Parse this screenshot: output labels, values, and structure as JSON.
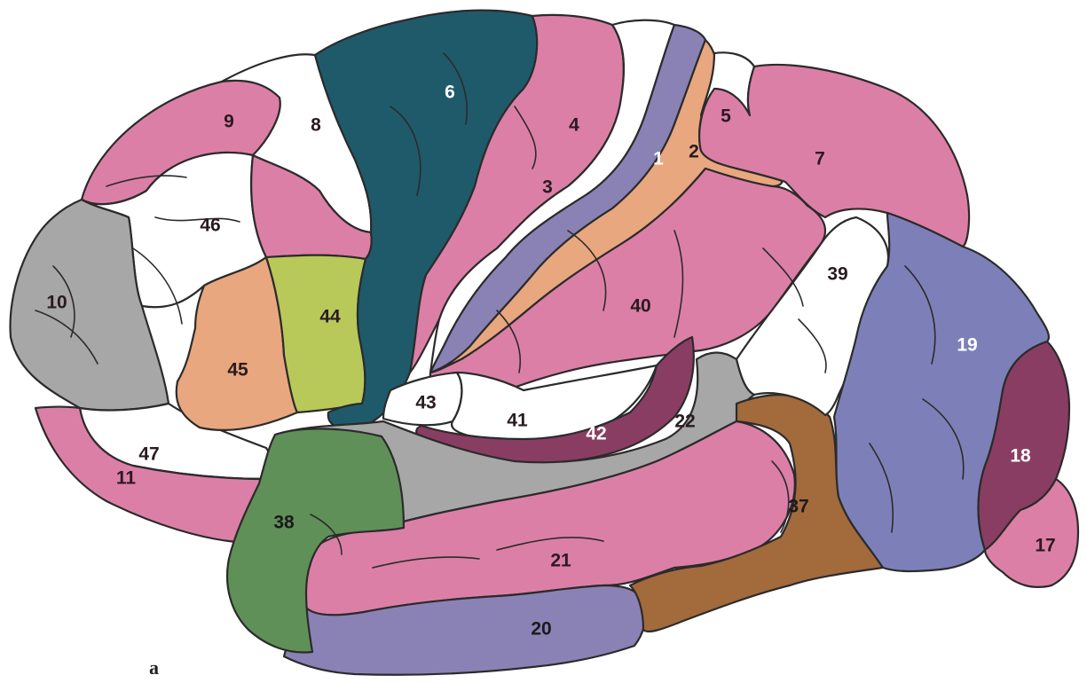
{
  "figure": {
    "panel_label": "a",
    "colors": {
      "pink": "#dc7fa6",
      "dark_teal": "#1f5a6b",
      "lavender": "#8a82b5",
      "periwinkle": "#7d80b8",
      "tan_orange": "#e8a77e",
      "gray": "#a7a7a7",
      "lime_green": "#b8c95a",
      "forest_green": "#5f9058",
      "brown": "#a36a3c",
      "plum": "#8a3d62",
      "white": "#ffffff",
      "outline": "#2b2b2b"
    },
    "areas": [
      {
        "id": "a1",
        "label": "1",
        "color": "#8a82b5"
      },
      {
        "id": "a2",
        "label": "2",
        "color": "#e8a77e"
      },
      {
        "id": "a3",
        "label": "3",
        "color": "#ffffff"
      },
      {
        "id": "a4",
        "label": "4",
        "color": "#dc7fa6"
      },
      {
        "id": "a5",
        "label": "5",
        "color": "#ffffff"
      },
      {
        "id": "a6",
        "label": "6",
        "color": "#1f5a6b"
      },
      {
        "id": "a7",
        "label": "7",
        "color": "#dc7fa6"
      },
      {
        "id": "a8",
        "label": "8",
        "color": "#ffffff"
      },
      {
        "id": "a9",
        "label": "9",
        "color": "#dc7fa6"
      },
      {
        "id": "a10",
        "label": "10",
        "color": "#a7a7a7"
      },
      {
        "id": "a11",
        "label": "11",
        "color": "#dc7fa6"
      },
      {
        "id": "a17",
        "label": "17",
        "color": "#dc7fa6"
      },
      {
        "id": "a18",
        "label": "18",
        "color": "#8a3d62"
      },
      {
        "id": "a19",
        "label": "19",
        "color": "#7d80b8"
      },
      {
        "id": "a20",
        "label": "20",
        "color": "#8a82b5"
      },
      {
        "id": "a21",
        "label": "21",
        "color": "#dc7fa6"
      },
      {
        "id": "a22",
        "label": "22",
        "color": "#a7a7a7"
      },
      {
        "id": "a37",
        "label": "37",
        "color": "#a36a3c"
      },
      {
        "id": "a38",
        "label": "38",
        "color": "#5f9058"
      },
      {
        "id": "a39",
        "label": "39",
        "color": "#ffffff"
      },
      {
        "id": "a40",
        "label": "40",
        "color": "#dc7fa6"
      },
      {
        "id": "a41",
        "label": "41",
        "color": "#ffffff"
      },
      {
        "id": "a42",
        "label": "42",
        "color": "#8a3d62"
      },
      {
        "id": "a43",
        "label": "43",
        "color": "#ffffff"
      },
      {
        "id": "a44",
        "label": "44",
        "color": "#b8c95a"
      },
      {
        "id": "a45",
        "label": "45",
        "color": "#e8a77e"
      },
      {
        "id": "a46",
        "label": "46",
        "color": "#ffffff"
      },
      {
        "id": "a47",
        "label": "47",
        "color": "#ffffff"
      }
    ]
  }
}
